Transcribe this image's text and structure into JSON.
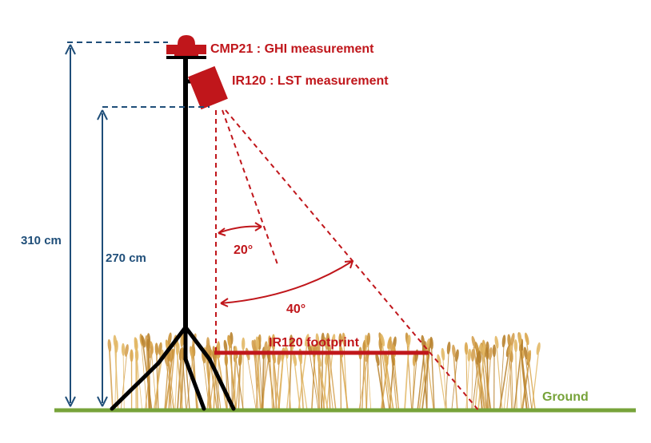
{
  "labels": {
    "cmp21": "CMP21 : GHI measurement",
    "ir120": "IR120 : LST measurement",
    "height_total": "310 cm",
    "height_sensor": "270 cm",
    "angle_small": "20°",
    "angle_large": "40°",
    "footprint": "IR120 footprint",
    "ground": "Ground"
  },
  "colors": {
    "sensor_red": "#c0161b",
    "dimension_blue": "#1f4e79",
    "ground_green": "#77a33a",
    "mast_black": "#000000",
    "wheat_gold": "#d9a54a"
  }
}
